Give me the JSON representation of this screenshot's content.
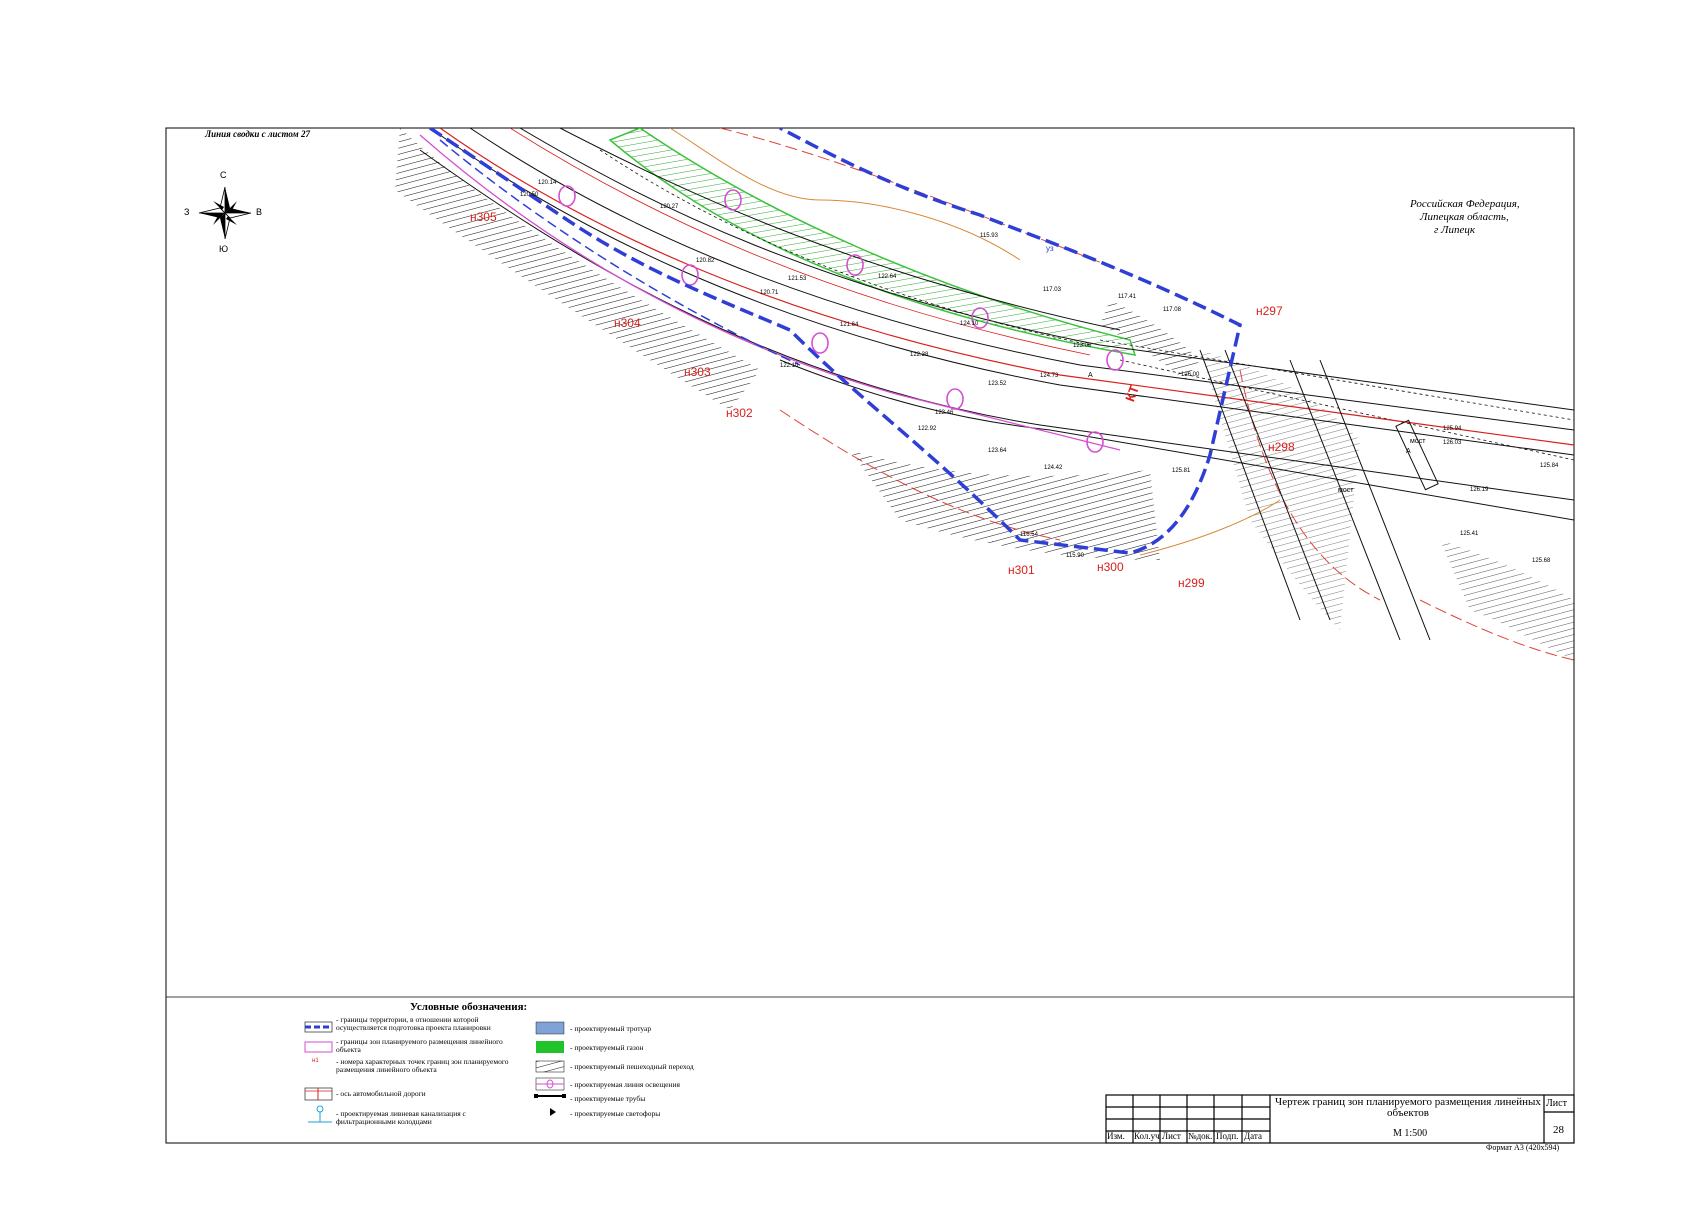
{
  "sheet": {
    "match_line": "Линия сводки с листом 27",
    "location": [
      "Российская Федерация,",
      "Липецкая область,",
      "г Липецк"
    ],
    "compass": {
      "north": "С",
      "south": "Ю",
      "west": "З",
      "east": "В"
    }
  },
  "points": [
    {
      "id": "н297",
      "label": "н297"
    },
    {
      "id": "н298",
      "label": "н298"
    },
    {
      "id": "н299",
      "label": "н299"
    },
    {
      "id": "н300",
      "label": "н300"
    },
    {
      "id": "н301",
      "label": "н301"
    },
    {
      "id": "н302",
      "label": "н302"
    },
    {
      "id": "н303",
      "label": "н303"
    },
    {
      "id": "н304",
      "label": "н304"
    },
    {
      "id": "н305",
      "label": "н305"
    }
  ],
  "elevations": [
    "115.93",
    "117.03",
    "117.41",
    "117.08",
    "126.00",
    "125.94",
    "126.03",
    "125.84",
    "126.19",
    "125.41",
    "125.68",
    "125.81",
    "116.54",
    "115.90",
    "124.73",
    "124.42",
    "123.00",
    "124.10",
    "122.64",
    "120.27",
    "120.14",
    "120.50",
    "120.82",
    "120.71",
    "121.53",
    "121.64",
    "122.38",
    "123.52",
    "123.46",
    "122.92",
    "123.64",
    "122.10"
  ],
  "map_labels": {
    "bridge": "мост",
    "a": "А",
    "kt": "КТ",
    "uvs": "уз"
  },
  "legend": {
    "title": "Условные обозначения:",
    "items": [
      "- границы территории, в отношении которой осуществляется подготовка проекта планировки",
      "- границы зон планируемого размещения линейного объекта",
      "- номера характерных точек границ зон планируемого размещения линейного объекта",
      "- ось автомобильной дороги",
      "- проектируемая ливневая канализация с фильтрационными колодцами",
      "- проектируемый тротуар",
      "- проектируемый газон",
      "- проектируемый пешеходный переход",
      "- проектируемая линия освещения",
      "- проектируемые трубы",
      "- проектируемые светофоры"
    ],
    "point_sample": "н1"
  },
  "title_block": {
    "title": "Чертеж границ зон планируемого размещения линейных объектов",
    "scale": "М 1:500",
    "sheet_label": "Лист",
    "sheet_number": "28",
    "columns": [
      "Изм.",
      "Кол.уч",
      "Лист",
      "№док.",
      "Подп.",
      "Дата"
    ],
    "format": "Формат А3 (420х594)"
  },
  "colors": {
    "boundary": "#2f3fd6",
    "red_line": "#d8201c",
    "lawn": "#39c23a",
    "lighting": "#d64fd1",
    "dashed_red": "#e0443b",
    "orange": "#d9893b"
  }
}
